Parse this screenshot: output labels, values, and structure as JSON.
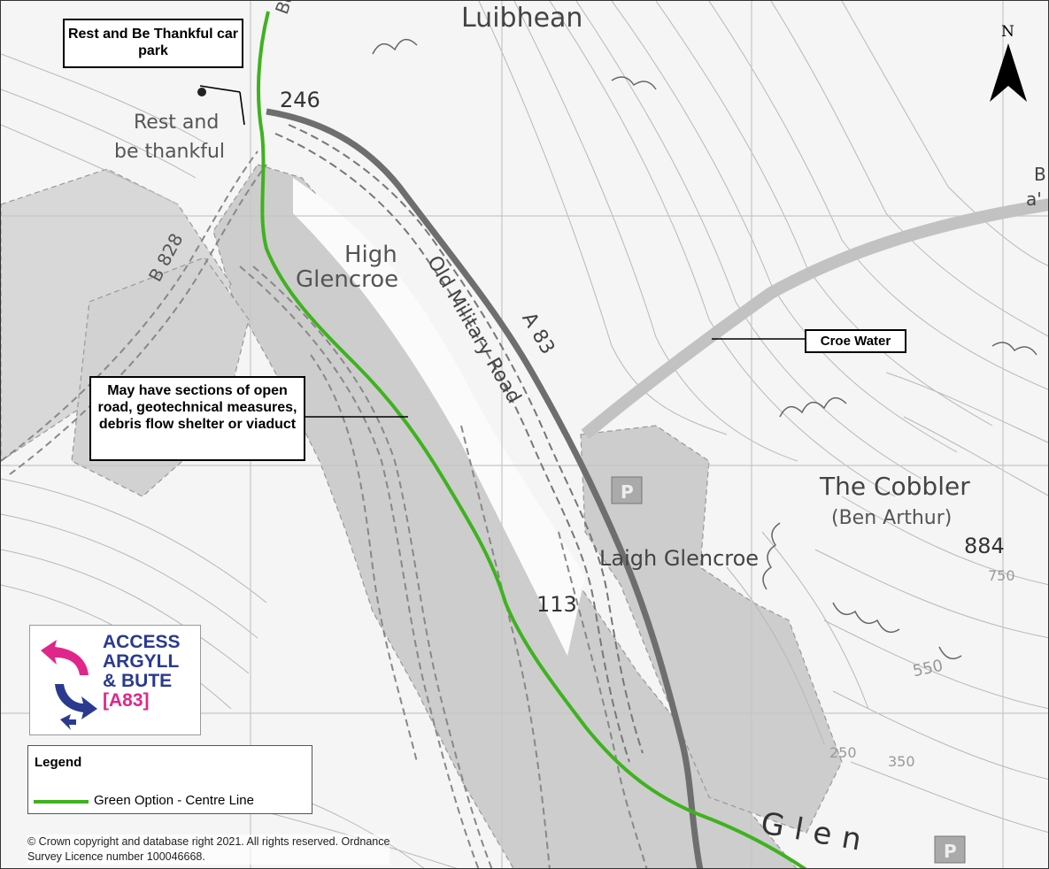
{
  "map": {
    "place_labels": [
      {
        "text": "Luibhean",
        "left": 0,
        "top": 0
      },
      {
        "text": "Beal",
        "left": 0,
        "top": 0
      },
      {
        "text": "246",
        "left": 0,
        "top": 0
      },
      {
        "text": "Rest and",
        "left": 0,
        "top": 0
      },
      {
        "text": "be thankful",
        "left": 0,
        "top": 0
      },
      {
        "text": "High",
        "left": 0,
        "top": 0
      },
      {
        "text": "Glencroe",
        "left": 0,
        "top": 0
      },
      {
        "text": "B 828",
        "left": 0,
        "top": 0
      },
      {
        "text": "Old Military Road",
        "left": 0,
        "top": 0
      },
      {
        "text": "A 83",
        "left": 0,
        "top": 0
      },
      {
        "text": "The Cobbler",
        "left": 0,
        "top": 0
      },
      {
        "text": "(Ben Arthur)",
        "left": 0,
        "top": 0
      },
      {
        "text": "884",
        "left": 0,
        "top": 0
      },
      {
        "text": "Laigh Glencroe",
        "left": 0,
        "top": 0
      },
      {
        "text": "113",
        "left": 0,
        "top": 0
      },
      {
        "text": "750",
        "left": 0,
        "top": 0
      },
      {
        "text": "550",
        "left": 0,
        "top": 0
      },
      {
        "text": "350",
        "left": 0,
        "top": 0
      },
      {
        "text": "250",
        "left": 0,
        "top": 0
      },
      {
        "text": "Glen",
        "left": 0,
        "top": 0
      },
      {
        "text": "B",
        "left": 0,
        "top": 0
      },
      {
        "text": "a'",
        "left": 0,
        "top": 0
      },
      {
        "text": "P",
        "left": 0,
        "top": 0
      }
    ],
    "north_label": "N"
  },
  "callouts": {
    "car_park": "Rest and Be Thankful car park",
    "croe_water": "Croe Water",
    "sections": "May have sections of open road, geotechnical measures, debris flow shelter or viaduct"
  },
  "legend": {
    "title": "Legend",
    "items": [
      {
        "label": "Green Option - Centre Line",
        "color": "#3fb21f"
      }
    ]
  },
  "logo": {
    "line1": "ACCESS",
    "line2": "ARGYLL",
    "line3": "& BUTE",
    "line4": "[A83]",
    "colors": {
      "navy": "#2a3a8f",
      "magenta": "#e0268a"
    }
  },
  "copyright": {
    "line1": "© Crown copyright and database right 2021. All rights reserved. Ordnance",
    "line2": "Survey Licence number 100046668."
  },
  "colors": {
    "route_green": "#3fb21f",
    "road_grey": "#7a7a7a",
    "forest_grey": "#c9c9c9",
    "contour": "#b5b5b5"
  },
  "icons": [
    "north-arrow-icon",
    "parking-icon",
    "access-argyll-logo-icon"
  ]
}
